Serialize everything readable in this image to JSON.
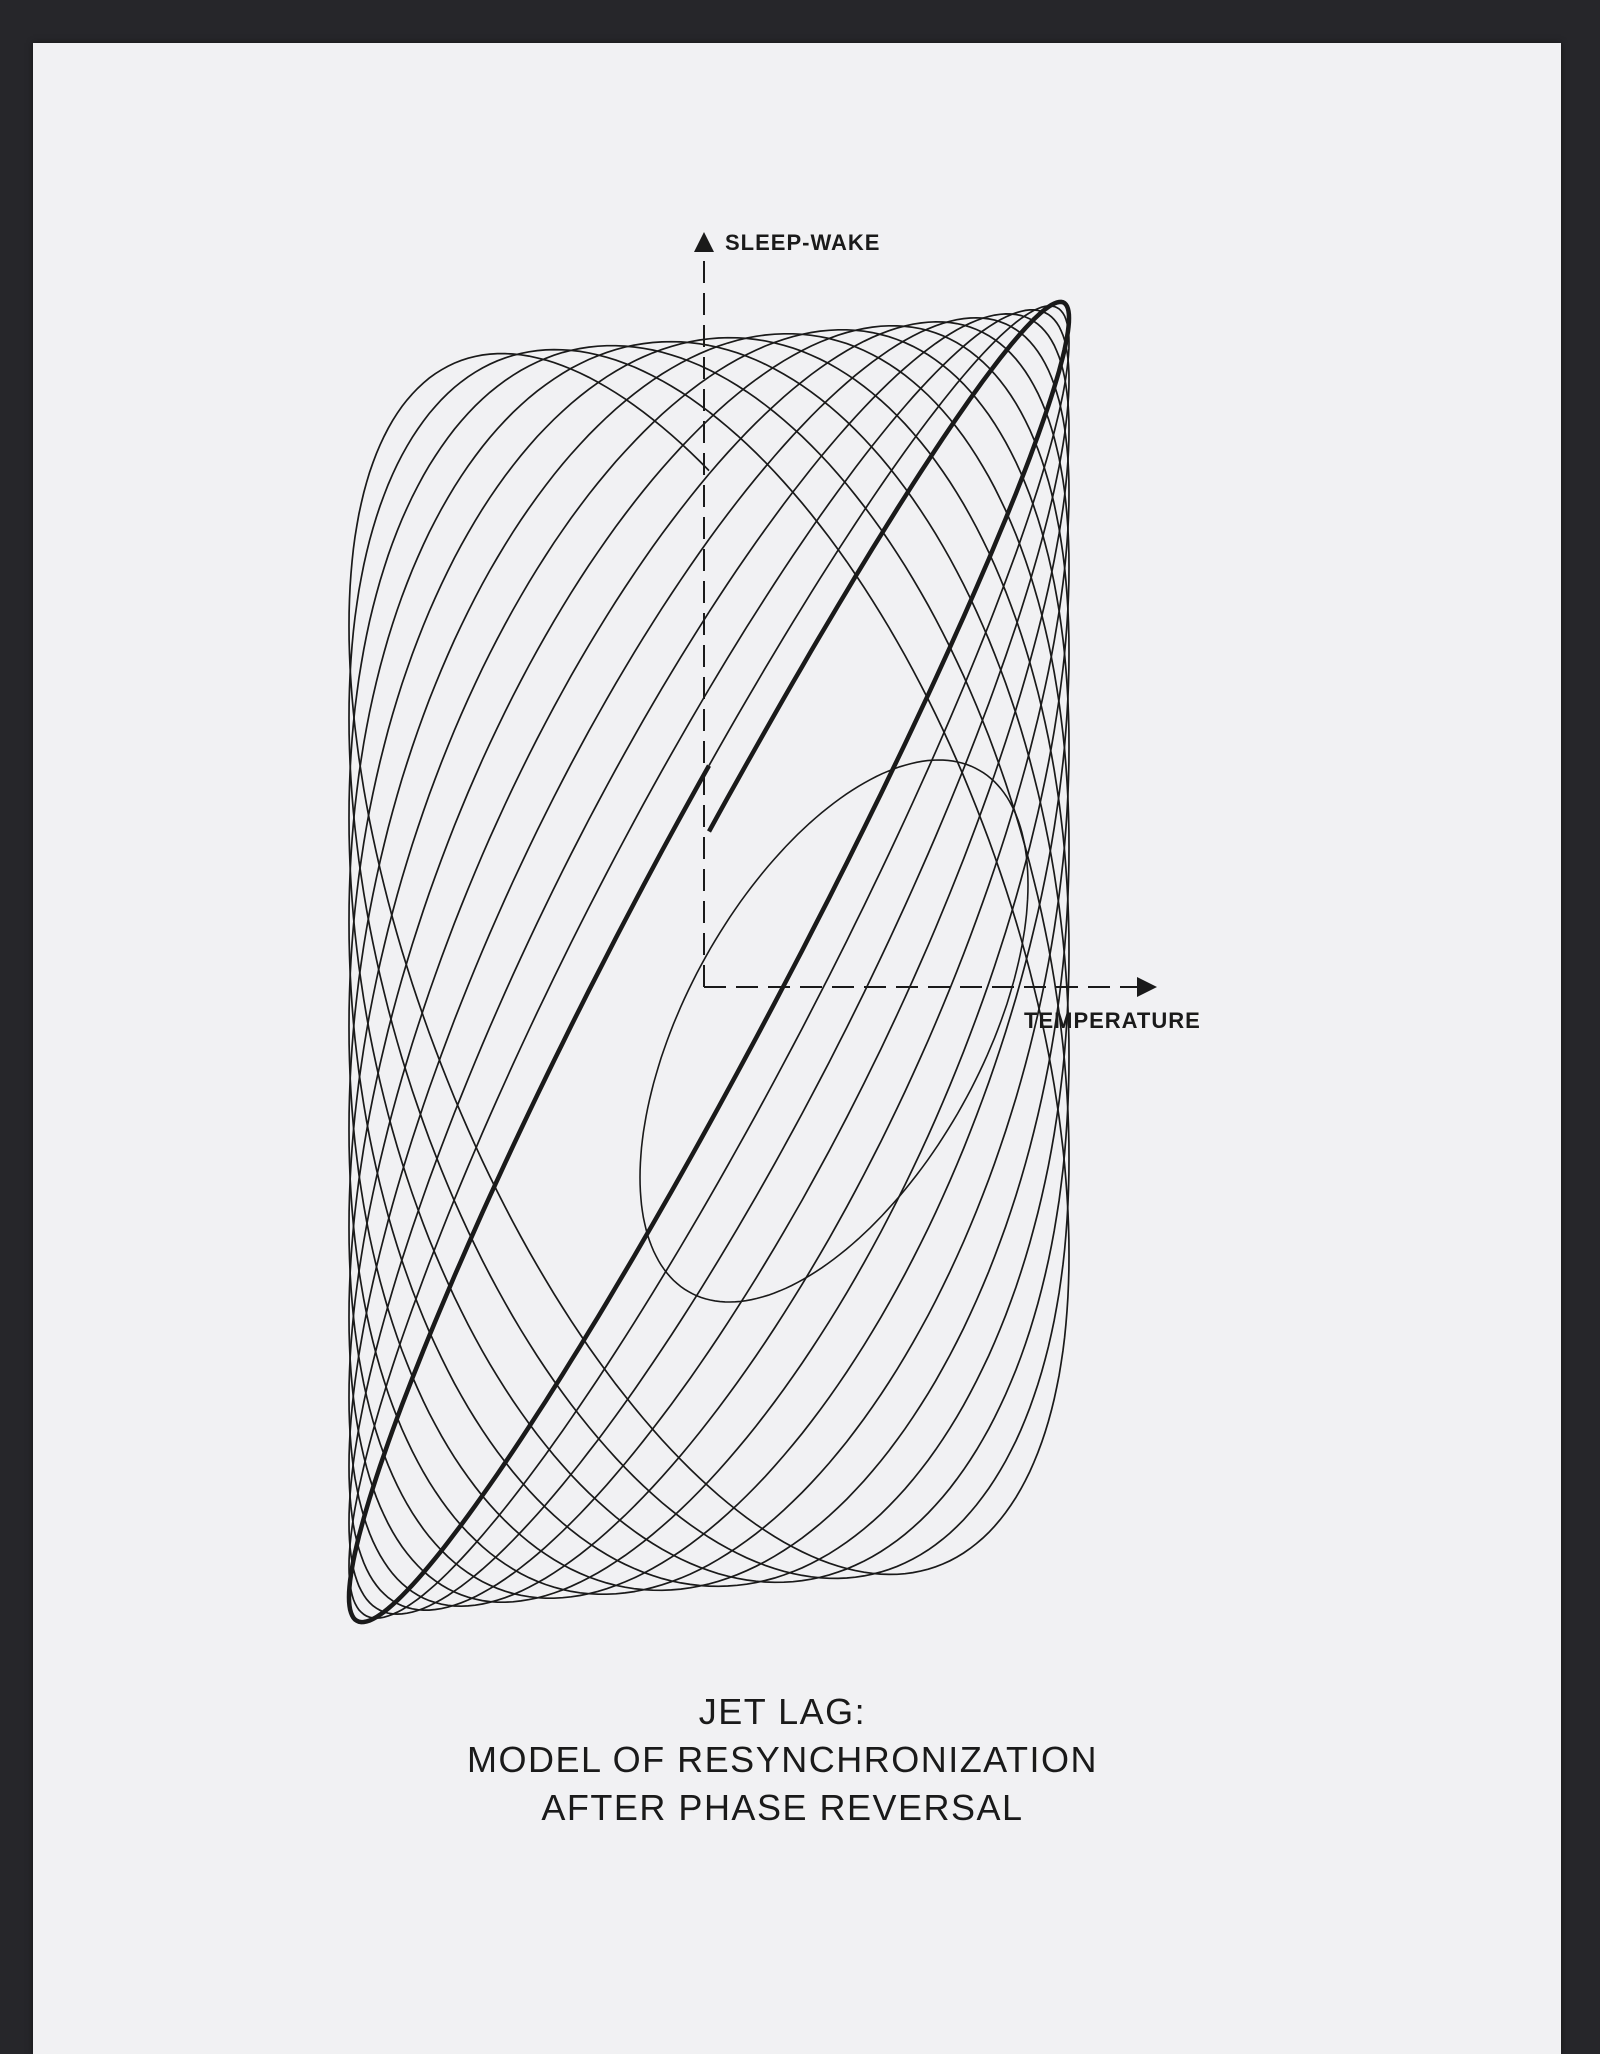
{
  "chart_data": {
    "type": "diagram",
    "y_axis_label": "SLEEP-WAKE",
    "x_axis_label": "TEMPERATURE",
    "title_lines": [
      "JET LAG:",
      "MODEL OF RESYNCHRONIZATION",
      "AFTER PHASE REVERSAL"
    ],
    "cycles": 13
  },
  "colors": {
    "paper": "#f1f1f3",
    "ink": "#1a1a1a",
    "background": "#26262a"
  }
}
